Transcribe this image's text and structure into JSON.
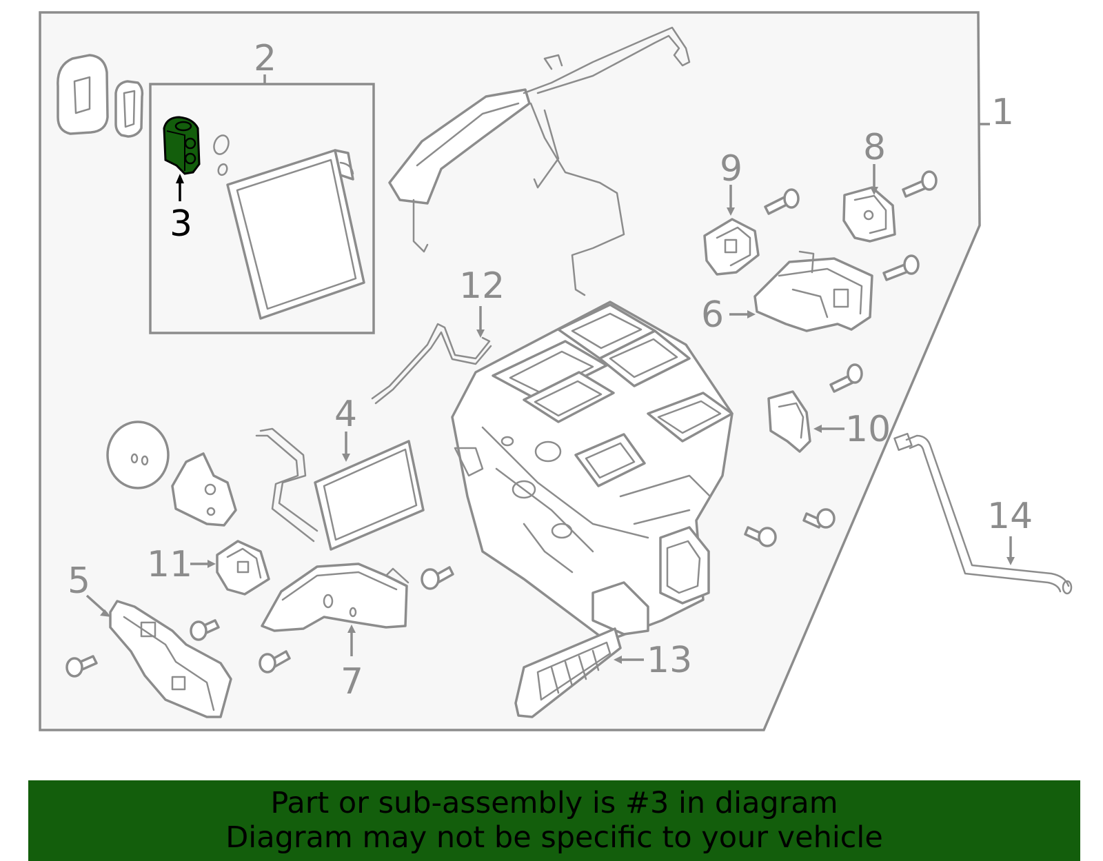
{
  "colors": {
    "highlight": "#135e0c",
    "banner_background": "#135e0c",
    "line": "#8c8c8c",
    "panel_fill": "#f7f7f7"
  },
  "highlighted_part": "3",
  "callouts": [
    {
      "id": "1",
      "label": "1"
    },
    {
      "id": "2",
      "label": "2"
    },
    {
      "id": "3",
      "label": "3"
    },
    {
      "id": "4",
      "label": "4"
    },
    {
      "id": "5",
      "label": "5"
    },
    {
      "id": "6",
      "label": "6"
    },
    {
      "id": "7",
      "label": "7"
    },
    {
      "id": "8",
      "label": "8"
    },
    {
      "id": "9",
      "label": "9"
    },
    {
      "id": "10",
      "label": "10"
    },
    {
      "id": "11",
      "label": "11"
    },
    {
      "id": "12",
      "label": "12"
    },
    {
      "id": "13",
      "label": "13"
    },
    {
      "id": "14",
      "label": "14"
    }
  ],
  "banner": {
    "line1": "Part or sub-assembly is #3 in diagram",
    "line2": "Diagram may not be specific to your vehicle"
  }
}
